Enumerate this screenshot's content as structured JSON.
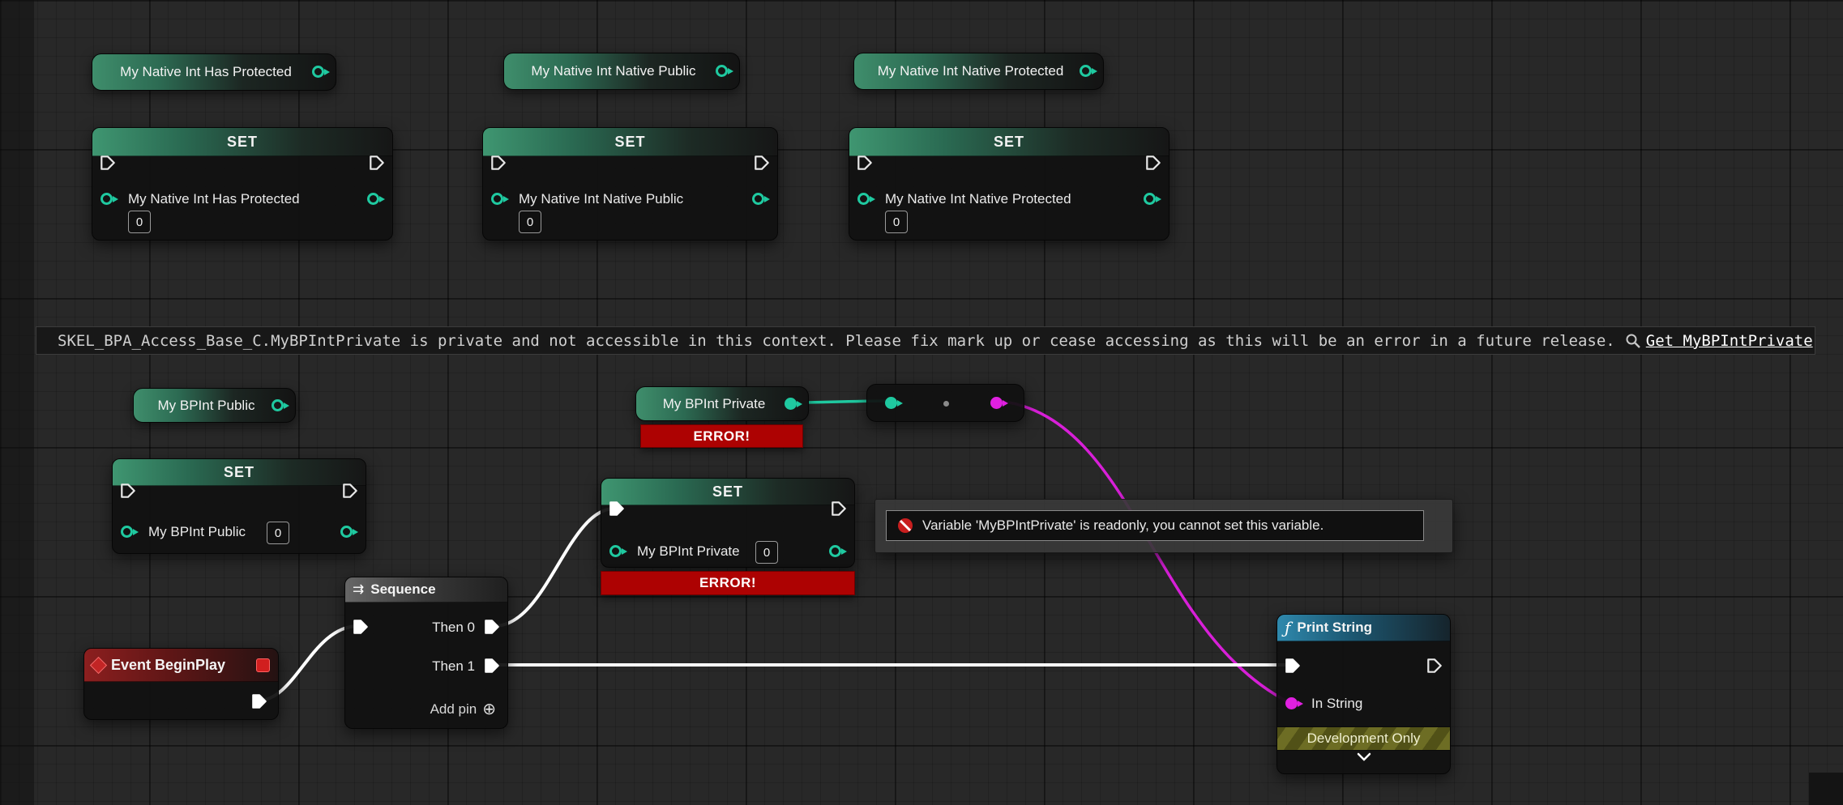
{
  "colors": {
    "exec_wire": "#ffffff",
    "int_pin": "#1fc9a0",
    "string_pin": "#e020e0",
    "error_bg": "#ad0202"
  },
  "warning_bar": {
    "message": "SKEL_BPA_Access_Base_C.MyBPIntPrivate is private and not accessible in this context. Please fix mark up or cease accessing as this will be an error in a future release.",
    "action": "Get MyBPIntPrivate"
  },
  "icons": {
    "add_pin": "⊕",
    "sequence": "⇉",
    "function": "ƒ"
  },
  "nodes": {
    "get_has_protected": {
      "title": "My Native Int Has Protected"
    },
    "get_native_public": {
      "title": "My Native Int Native Public"
    },
    "get_native_protected": {
      "title": "My Native Int Native Protected"
    },
    "set_has_protected": {
      "header": "SET",
      "pin": "My Native Int Has Protected",
      "value": "0"
    },
    "set_native_public": {
      "header": "SET",
      "pin": "My Native Int Native Public",
      "value": "0"
    },
    "set_native_protected": {
      "header": "SET",
      "pin": "My Native Int Native Protected",
      "value": "0"
    },
    "get_bp_public": {
      "title": "My BPInt Public"
    },
    "get_bp_private": {
      "title": "My BPInt Private",
      "error": "ERROR!"
    },
    "set_bp_public": {
      "header": "SET",
      "pin": "My BPInt Public",
      "value": "0"
    },
    "set_bp_private": {
      "header": "SET",
      "pin": "My BPInt Private",
      "value": "0",
      "error": "ERROR!"
    },
    "sequence": {
      "title": "Sequence",
      "then0": "Then 0",
      "then1": "Then 1",
      "add_pin": "Add pin"
    },
    "event_begin_play": {
      "title": "Event BeginPlay"
    },
    "print_string": {
      "title": "Print String",
      "in_string": "In String",
      "banner": "Development Only"
    }
  },
  "tooltip": {
    "message": "Variable 'MyBPIntPrivate' is readonly, you cannot set this variable."
  }
}
